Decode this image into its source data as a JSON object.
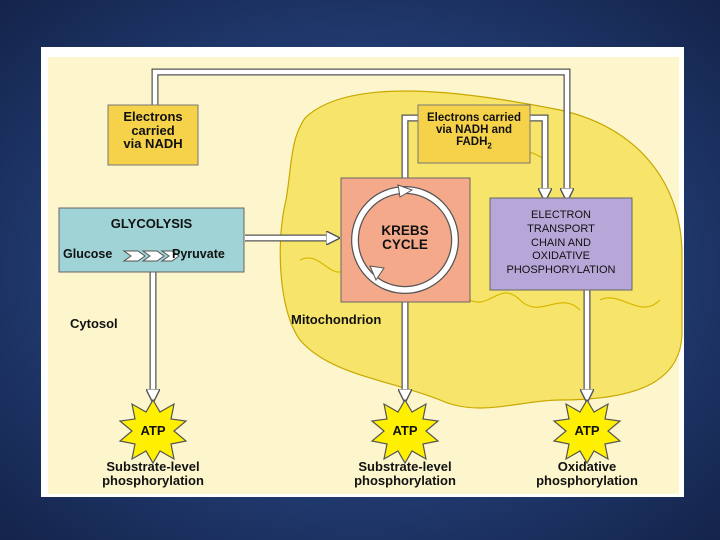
{
  "electrons_nadh": [
    "Electrons",
    "carried",
    "via NADH"
  ],
  "electrons_nadh_fadh2": [
    "Electrons carried",
    "via NADH and",
    "FADH"
  ],
  "fadh2_subscript": "2",
  "glycolysis": {
    "title": "GLYCOLYSIS",
    "from": "Glucose",
    "to": "Pyruvate"
  },
  "krebs": [
    "KREBS",
    "CYCLE"
  ],
  "etc": [
    "ELECTRON",
    "TRANSPORT",
    "CHAIN AND",
    "OXIDATIVE",
    "PHOSPHORYLATION"
  ],
  "cytosol": "Cytosol",
  "mitochondrion": "Mitochondrion",
  "atp_label": "ATP",
  "outputs": [
    [
      "Substrate-level",
      "phosphorylation"
    ],
    [
      "Substrate-level",
      "phosphorylation"
    ],
    [
      "Oxidative",
      "phosphorylation"
    ]
  ],
  "colors": {
    "panel": "#fdf6cc",
    "mitochondrion": "#f7e46a",
    "electron_box": "#f6d24a",
    "glycolysis_box": "#9fd3d6",
    "krebs_box": "#f4a98a",
    "etc_box": "#b7a6d8",
    "atp_burst": "#ffef00"
  }
}
